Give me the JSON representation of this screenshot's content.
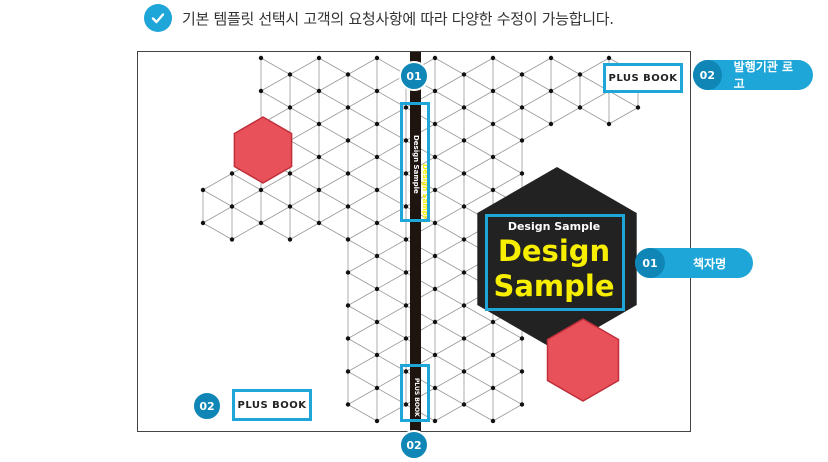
{
  "notice": {
    "text": "기본 템플릿 선택시 고객의 요청사항에 따라 다양한 수정이 가능합니다."
  },
  "cover": {
    "title_small": "Design Sample",
    "title_line1": "Design",
    "title_line2": "Sample",
    "spine_title_white": "Design Sample",
    "spine_title_yellow": "Design Sample",
    "logo": "PLUS BOOK"
  },
  "annotations": {
    "spine_title_badge": "01",
    "spine_logo_badge": "02",
    "back_logo_badge": "02",
    "publisher_logo": {
      "num": "02",
      "label": "발행기관 로고"
    },
    "book_title": {
      "num": "01",
      "label": "책자명"
    }
  },
  "colors": {
    "accent": "#1ea6d8",
    "badge": "#0f86b5",
    "hex_red": "#e8505a",
    "hex_dark": "#222222",
    "title_yellow": "#f7ee00"
  }
}
